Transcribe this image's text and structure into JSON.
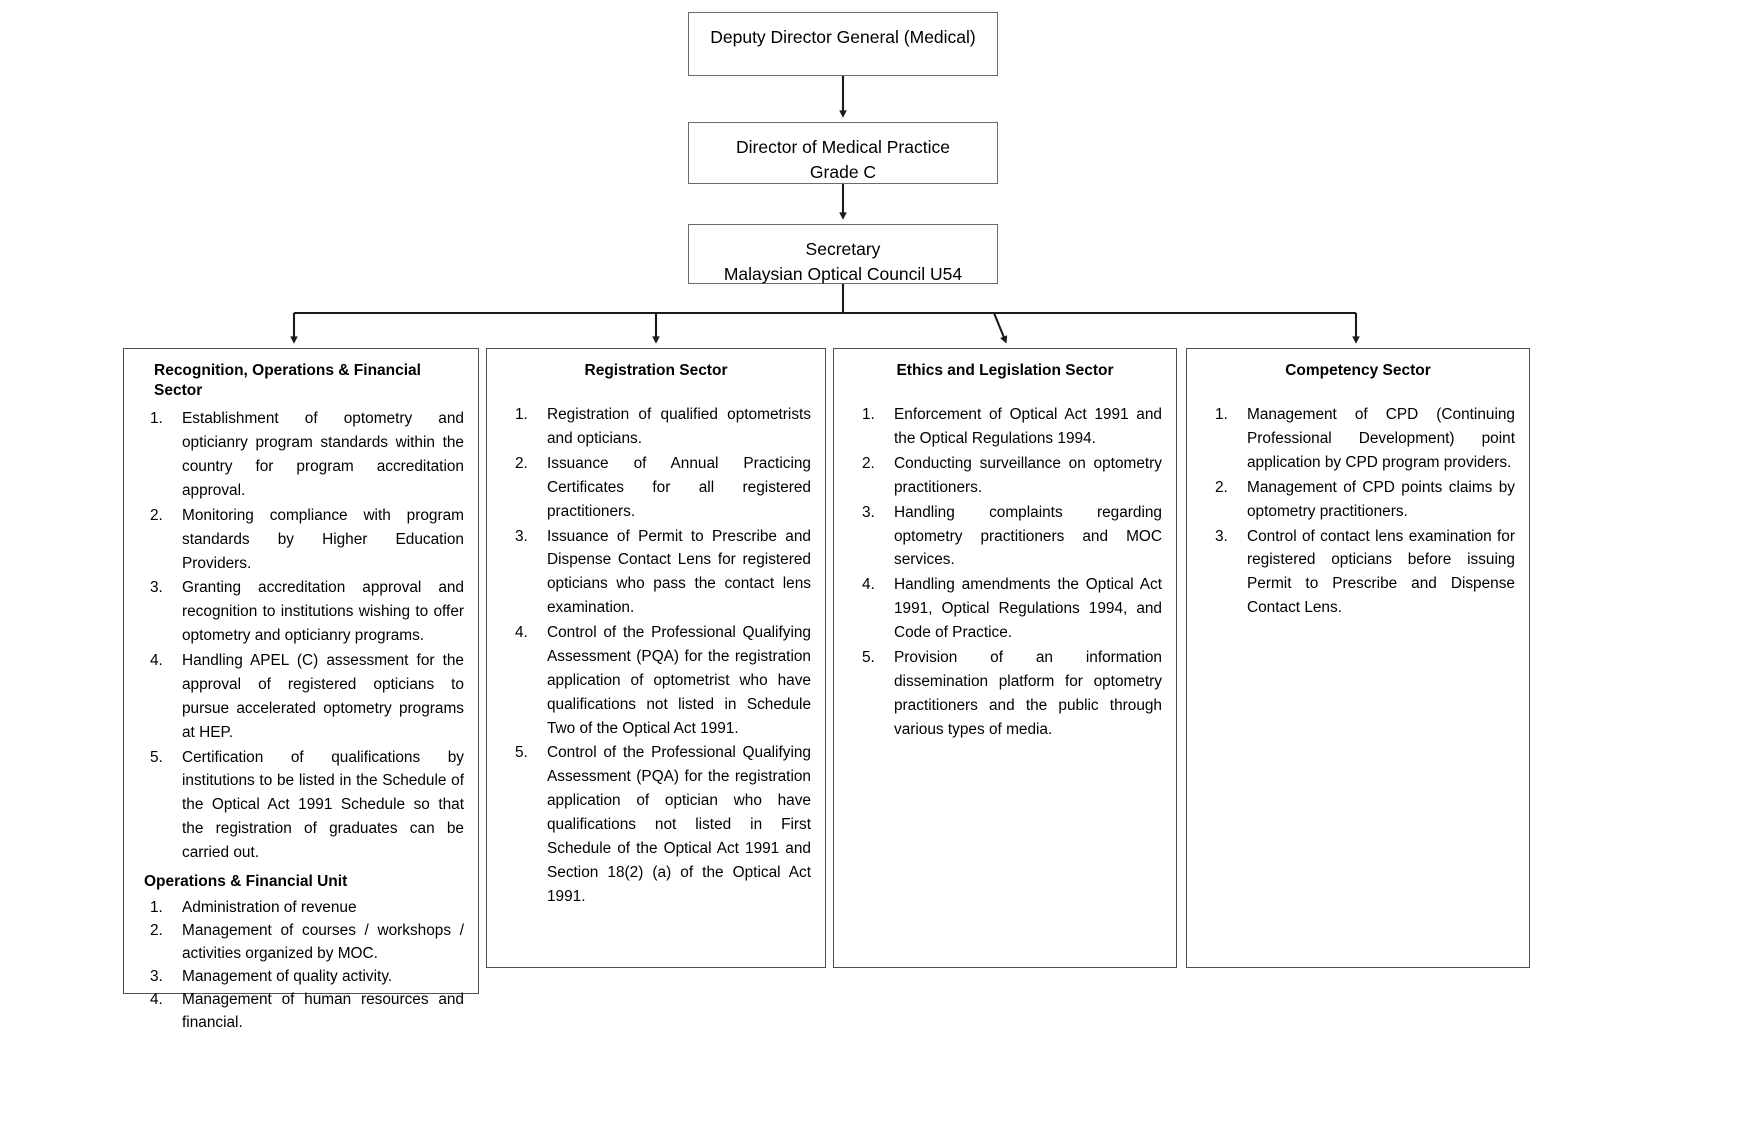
{
  "chart_title": "Malaysian Optical Council Organisational Chart",
  "hierarchy": [
    {
      "id": "deputy-director-general",
      "lines": [
        "Deputy Director General (Medical)"
      ]
    },
    {
      "id": "director-medical-practice",
      "lines": [
        "Director of Medical Practice",
        "Grade C"
      ]
    },
    {
      "id": "secretary-moc",
      "lines": [
        "Secretary",
        "Malaysian Optical Council U54"
      ]
    }
  ],
  "sectors": [
    {
      "id": "recognition-operations-financial-sector",
      "title": "Recognition, Operations & Financial Sector",
      "title_align": "left",
      "items": [
        "Establishment of optometry and opticianry program standards within the country for program accreditation approval.",
        "Monitoring compliance with program standards by Higher Education Providers.",
        "Granting accreditation approval and recognition to institutions wishing to offer optometry and opticianry programs.",
        "Handling APEL (C) assessment for the approval of registered opticians to pursue accelerated optometry programs at HEP.",
        "Certification of qualifications by institutions to be listed  in the Schedule of the Optical Act 1991 Schedule so that the registration of graduates can be carried out."
      ],
      "subsection": {
        "heading": "Operations & Financial Unit",
        "items": [
          "Administration of revenue",
          "Management of courses / workshops / activities organized by MOC.",
          "Management of quality activity.",
          "Management of human resources and financial."
        ]
      }
    },
    {
      "id": "registration-sector",
      "title": "Registration Sector",
      "title_align": "center",
      "items": [
        "Registration of qualified optometrists and opticians.",
        "Issuance of Annual Practicing Certificates for all registered practitioners.",
        "Issuance of Permit to Prescribe and Dispense Contact Lens for registered opticians who pass the contact lens examination.",
        "Control of the Professional Qualifying Assessment (PQA) for the registration application of optometrist who have qualifications not listed in Schedule Two of the Optical Act 1991.",
        "Control of the Professional Qualifying Assessment (PQA) for the registration application of optician  who have qualifications not listed in First Schedule of the Optical Act 1991 and Section 18(2) (a) of the Optical Act 1991."
      ]
    },
    {
      "id": "ethics-and-legislation-sector",
      "title": "Ethics and Legislation Sector",
      "title_align": "center",
      "items": [
        "Enforcement of  Optical Act 1991 and the Optical Regulations 1994.",
        "Conducting surveillance on optometry practitioners.",
        "Handling complaints regarding optometry practitioners and MOC services.",
        "Handling amendments the Optical Act 1991, Optical Regulations 1994, and Code of Practice.",
        "Provision of an information dissemination platform for optometry practitioners and the public through various types of media."
      ]
    },
    {
      "id": "competency-sector",
      "title": "Competency Sector",
      "title_align": "center",
      "items": [
        "Management of CPD (Continuing Professional Development) point application by CPD program providers.",
        "Management of CPD points claims by optometry practitioners.",
        "Control of contact lens examination for registered opticians before issuing Permit to Prescribe and Dispense Contact Lens."
      ]
    }
  ],
  "colors": {
    "box_border": "#6b6b6b",
    "sector_border": "#4f4f4f",
    "connector": "#1a1a1a",
    "background": "#ffffff",
    "text": "#000000"
  }
}
